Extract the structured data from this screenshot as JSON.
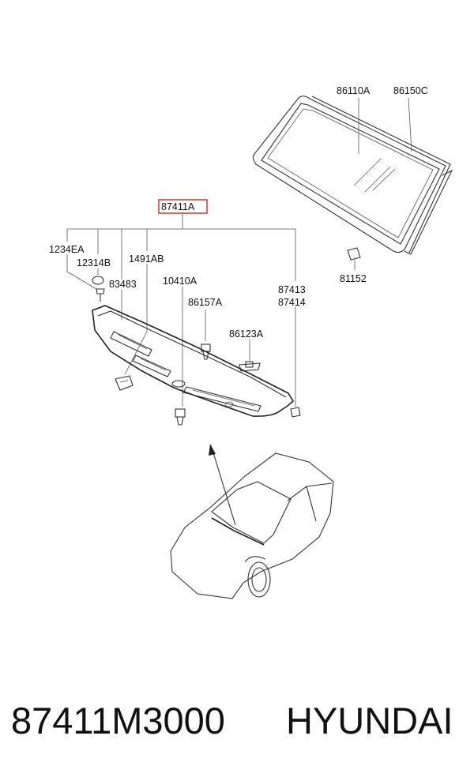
{
  "callouts": {
    "c86110A": "86110A",
    "c86150C": "86150C",
    "c87411A": "87411A",
    "c1234EA": "1234EA",
    "c12314B": "12314B",
    "c1491AB": "1491AB",
    "c83483": "83483",
    "c10410A": "10410A",
    "c87413": "87413",
    "c87414": "87414",
    "c86157A": "86157A",
    "c86123A": "86123A",
    "c81152": "81152"
  },
  "highlight_color": "#e02020",
  "caption": {
    "part_number": "87411M3000",
    "brand": "HYUNDAI"
  }
}
